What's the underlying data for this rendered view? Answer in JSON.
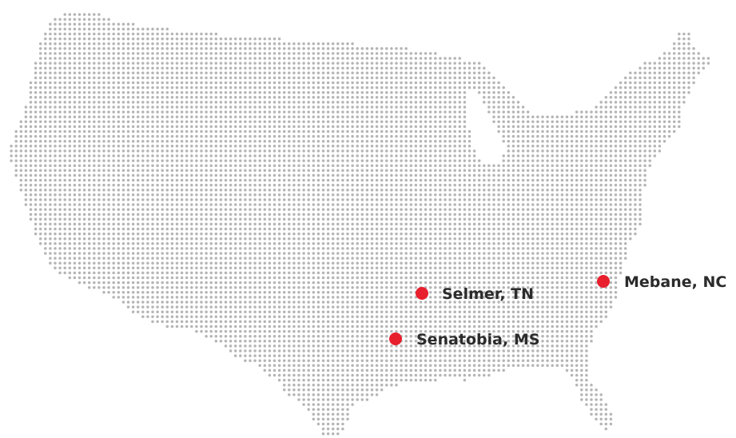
{
  "colors": {
    "dot": "#b5b5b5",
    "marker": "#e8202d",
    "label": "#2b2b2b",
    "background": "#ffffff"
  },
  "locations": [
    {
      "id": "selmer",
      "label": "Selmer, TN"
    },
    {
      "id": "senatobia",
      "label": "Senatobia, MS"
    },
    {
      "id": "mebane",
      "label": "Mebane, NC"
    }
  ]
}
